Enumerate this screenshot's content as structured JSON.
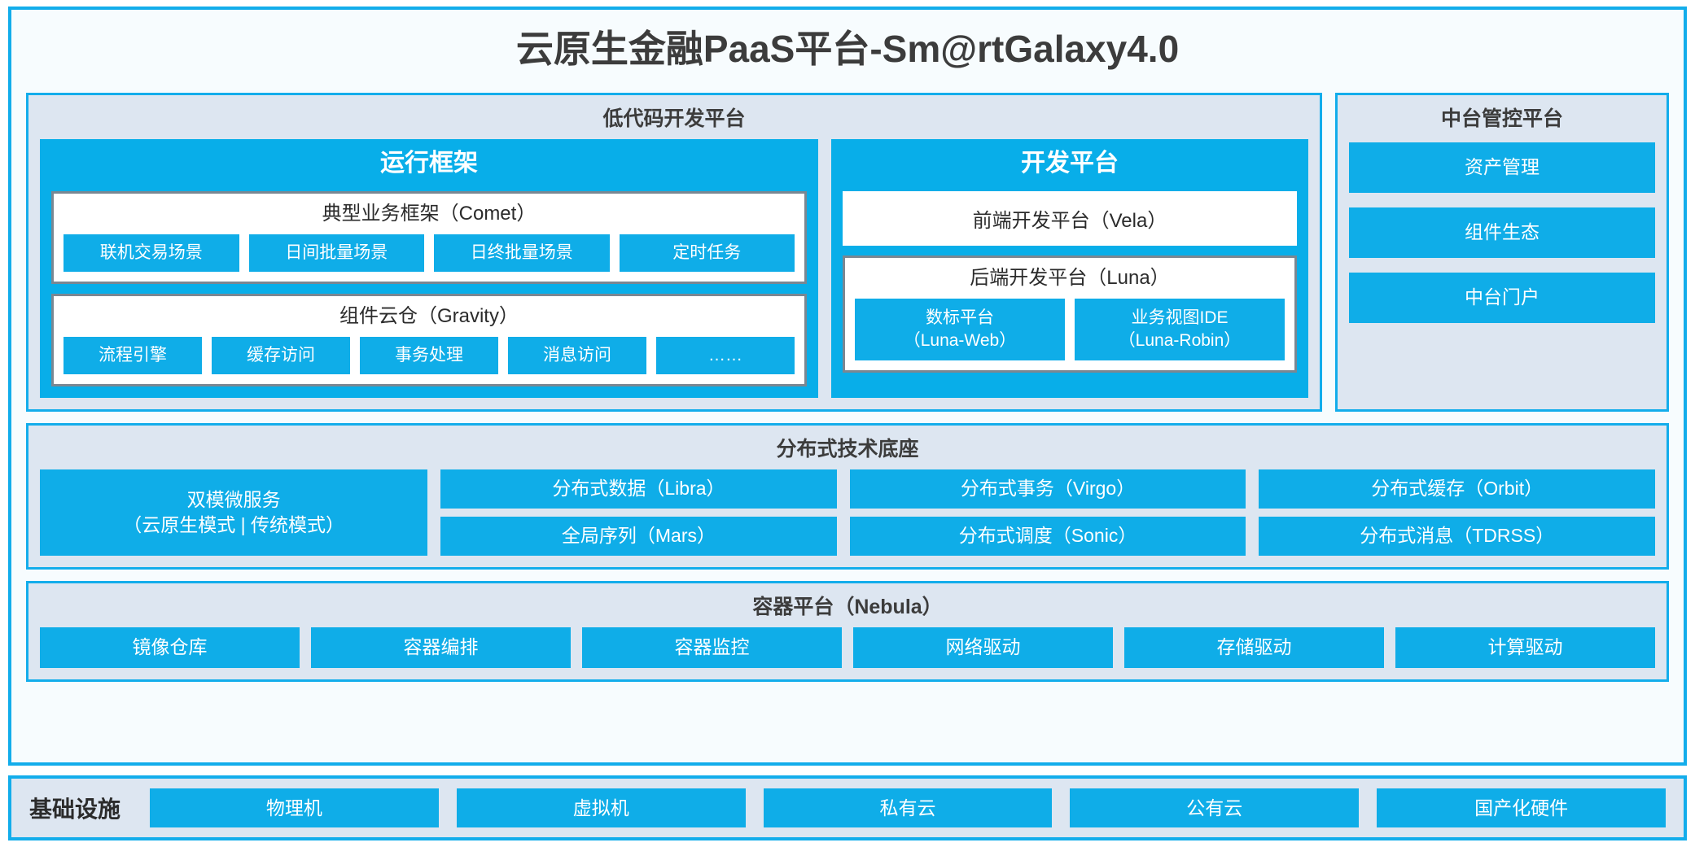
{
  "title": "云原生金融PaaS平台-Sm@rtGalaxy4.0",
  "colors": {
    "accent_blue": "#0FADE8",
    "frame_border": "#13ADEB",
    "panel_bg": "#DDE6F1",
    "box_border": "#7A8792",
    "text_dark": "#2B2B2B"
  },
  "lowcode": {
    "title": "低代码开发平台",
    "runtime": {
      "title": "运行框架",
      "comet": {
        "title": "典型业务框架（Comet）",
        "items": [
          "联机交易场景",
          "日间批量场景",
          "日终批量场景",
          "定时任务"
        ]
      },
      "gravity": {
        "title": "组件云仓（Gravity）",
        "items": [
          "流程引擎",
          "缓存访问",
          "事务处理",
          "消息访问",
          "……"
        ]
      }
    },
    "devplat": {
      "title": "开发平台",
      "frontend": "前端开发平台（Vela）",
      "backend": {
        "title": "后端开发平台（Luna）",
        "items": [
          "数标平台\n（Luna-Web）",
          "业务视图IDE\n（Luna-Robin）"
        ]
      }
    }
  },
  "midplatform": {
    "title": "中台管控平台",
    "items": [
      "资产管理",
      "组件生态",
      "中台门户"
    ]
  },
  "distributed": {
    "title": "分布式技术底座",
    "microservice": "双模微服务\n（云原生模式 | 传统模式）",
    "columns": [
      [
        "分布式数据（Libra）",
        "全局序列（Mars）"
      ],
      [
        "分布式事务（Virgo）",
        "分布式调度（Sonic）"
      ],
      [
        "分布式缓存（Orbit）",
        "分布式消息（TDRSS）"
      ]
    ]
  },
  "container": {
    "title": "容器平台（Nebula）",
    "items": [
      "镜像仓库",
      "容器编排",
      "容器监控",
      "网络驱动",
      "存储驱动",
      "计算驱动"
    ]
  },
  "infrastructure": {
    "label": "基础设施",
    "items": [
      "物理机",
      "虚拟机",
      "私有云",
      "公有云",
      "国产化硬件"
    ]
  }
}
